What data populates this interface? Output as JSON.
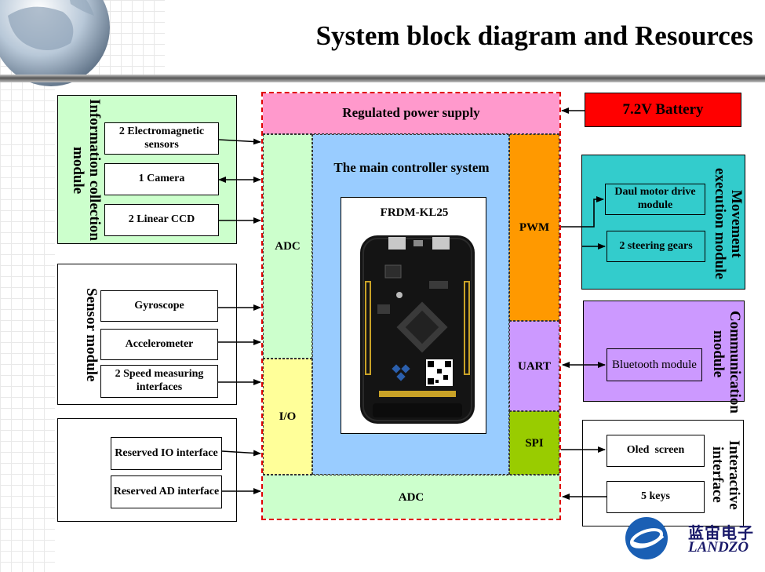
{
  "title": "System block diagram and Resources",
  "left": {
    "info_module": {
      "title": "Information collection module",
      "items": [
        "2 Electromagnetic sensors",
        "1 Camera",
        "2 Linear CCD"
      ]
    },
    "sensor_module": {
      "title": "Sensor module",
      "items": [
        "Gyroscope",
        "Accelerometer",
        "2 Speed measuring interfaces"
      ]
    },
    "reserved": {
      "items": [
        "Reserved IO interface",
        "Reserved AD interface"
      ]
    }
  },
  "center": {
    "power": "Regulated power supply",
    "adc_left": "ADC",
    "io": "I/O",
    "main_title": "The main controller system",
    "board_name": "FRDM-KL25",
    "pwm": "PWM",
    "uart": "UART",
    "spi": "SPI",
    "adc_bottom": "ADC"
  },
  "right": {
    "battery": "7.2V Battery",
    "movement": {
      "title": "Movement execution module",
      "items": [
        "Daul motor drive module",
        "2 steering gears"
      ]
    },
    "comm": {
      "title": "Communication module",
      "items": [
        "Bluetooth module"
      ]
    },
    "interactive": {
      "title": "Interactive interface",
      "items": [
        "Oled  screen",
        "5 keys"
      ]
    }
  },
  "logo": {
    "chinese": "蓝宙电子",
    "english": "LANDZO"
  },
  "colors": {
    "info_bg": "#ccffcc",
    "power_bg": "#ff99cc",
    "adc_bg": "#ccffcc",
    "io_bg": "#ffff99",
    "main_bg": "#99ccff",
    "pwm_bg": "#ff9900",
    "uart_bg": "#cc99ff",
    "spi_bg": "#99cc00",
    "battery_bg": "#ff0000",
    "movement_bg": "#33cccc",
    "comm_bg": "#cc99ff"
  }
}
